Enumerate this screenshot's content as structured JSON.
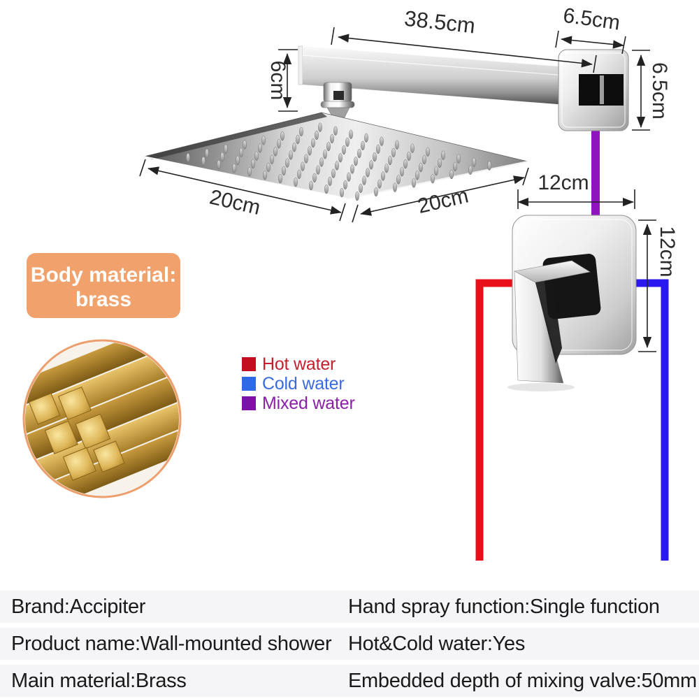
{
  "diagram": {
    "dims": {
      "arm_length": "38.5cm",
      "plate_width": "6.5cm",
      "plate_height": "6.5cm",
      "head_drop": "6cm",
      "head_edge_left": "20cm",
      "head_edge_right": "20cm",
      "valve_offset": "12cm",
      "valve_height": "12cm"
    },
    "legend": {
      "items": [
        {
          "label": "Hot water",
          "color": "#c40e20"
        },
        {
          "label": "Cold water",
          "color": "#2e6ae8"
        },
        {
          "label": "Mixed water",
          "color": "#7d10a6"
        }
      ]
    },
    "pipe_colors": {
      "hot": "#e90f1a",
      "cold": "#2b17ef",
      "mixed": "#9013c0"
    },
    "callout": {
      "line1": "Body material:",
      "line2": "brass",
      "bg_color": "#f1a16b"
    }
  },
  "specs": {
    "rows": [
      {
        "left": "Brand:Accipiter",
        "right": "Hand spray function:Single function"
      },
      {
        "left": "Product name:Wall-mounted shower",
        "right": "Hot&Cold water:Yes"
      },
      {
        "left": "Main material:Brass",
        "right": "Embedded depth of mixing valve:50mm"
      }
    ]
  }
}
